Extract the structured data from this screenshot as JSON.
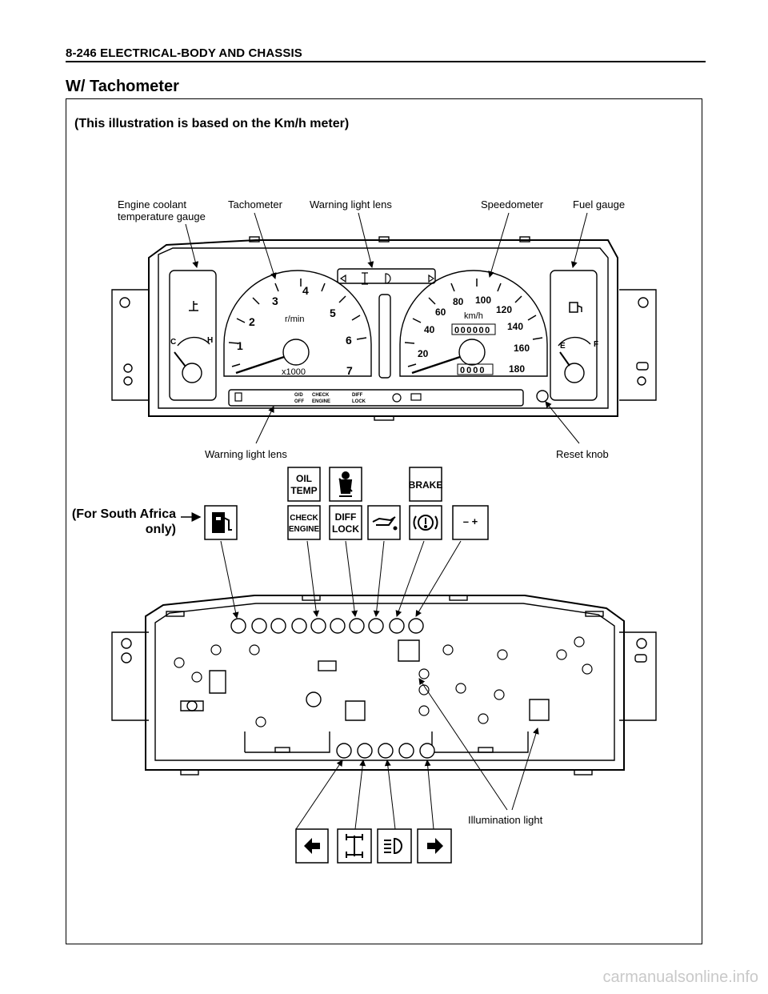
{
  "header": {
    "title": "8-246  ELECTRICAL-BODY AND CHASSIS"
  },
  "section": {
    "title": "W/ Tachometer"
  },
  "note": "(This illustration is based on the Km/h meter)",
  "labels": {
    "coolant_line1": "Engine coolant",
    "coolant_line2": "temperature gauge",
    "tachometer": "Tachometer",
    "warning_lens_top": "Warning light lens",
    "speedometer": "Speedometer",
    "fuel_gauge": "Fuel gauge",
    "warning_lens_bottom": "Warning light lens",
    "reset_knob": "Reset knob",
    "illumination": "Illumination light"
  },
  "south_africa": {
    "line1": "(For South Africa",
    "line2": "only)"
  },
  "gauges": {
    "tach_unit": "r/min",
    "tach_mult": "x1000",
    "tach_ticks": [
      "1",
      "2",
      "3",
      "4",
      "5",
      "6",
      "7"
    ],
    "speed_unit": "km/h",
    "speed_ticks": [
      "20",
      "40",
      "60",
      "80",
      "100",
      "120",
      "140",
      "160",
      "180"
    ],
    "odometer": "000000",
    "tripmeter": "0000",
    "temp_c": "C",
    "temp_h": "H",
    "fuel_e": "E",
    "fuel_f": "F"
  },
  "lens_text": {
    "o4": "O/D",
    "o4b": "OFF",
    "check": "CHECK",
    "engine": "ENGINE",
    "diff": "DIFF",
    "lock": "LOCK"
  },
  "indicators": {
    "oil_temp_1": "OIL",
    "oil_temp_2": "TEMP",
    "brake": "BRAKE",
    "check_1": "CHECK",
    "check_2": "ENGINE",
    "diff_1": "DIFF",
    "diff_2": "LOCK",
    "battery": "– +"
  },
  "watermark": "carmanualsonline.info"
}
